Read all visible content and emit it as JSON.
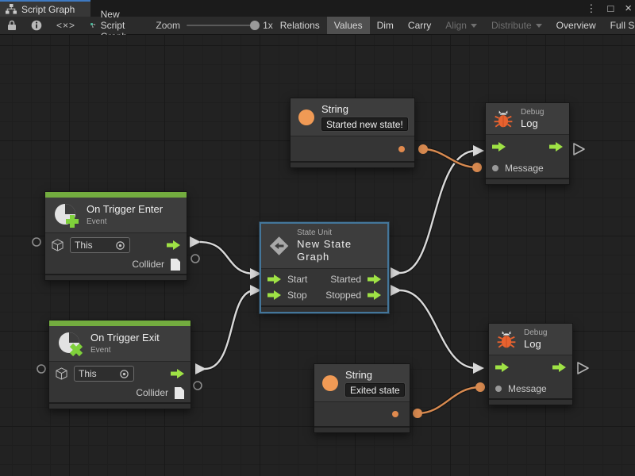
{
  "tab_bar": {
    "title": "Script Graph",
    "menu": "⋮",
    "maximize": "□",
    "close": "×"
  },
  "toolbar": {
    "code_toggle": "<×>",
    "graph_name": "New Script Graph",
    "zoom_label": "Zoom",
    "zoom_value": "1x",
    "relations": "Relations",
    "values": "Values",
    "dim": "Dim",
    "carry": "Carry",
    "align": "Align",
    "distribute": "Distribute",
    "overview": "Overview",
    "fullscreen": "Full Scr"
  },
  "nodes": {
    "string_top": {
      "title": "String",
      "value": "Started new state!"
    },
    "debug_top": {
      "kind": "Debug",
      "title": "Log",
      "message_label": "Message"
    },
    "trigger_enter": {
      "title": "On Trigger Enter",
      "kind": "Event",
      "target": "This",
      "collider_label": "Collider"
    },
    "state_unit": {
      "kind": "State Unit",
      "title": "New State Graph",
      "start": "Start",
      "stop": "Stop",
      "started": "Started",
      "stopped": "Stopped"
    },
    "trigger_exit": {
      "title": "On Trigger Exit",
      "kind": "Event",
      "target": "This",
      "collider_label": "Collider"
    },
    "string_bottom": {
      "title": "String",
      "value": "Exited state"
    },
    "debug_bottom": {
      "kind": "Debug",
      "title": "Log",
      "message_label": "Message"
    }
  },
  "colors": {
    "flow_green": "#9FE245",
    "event_green": "#73AC3F",
    "value_orange": "#D88A50",
    "selection_blue": "#44769A",
    "tab_accent_blue": "#3E79C1"
  }
}
